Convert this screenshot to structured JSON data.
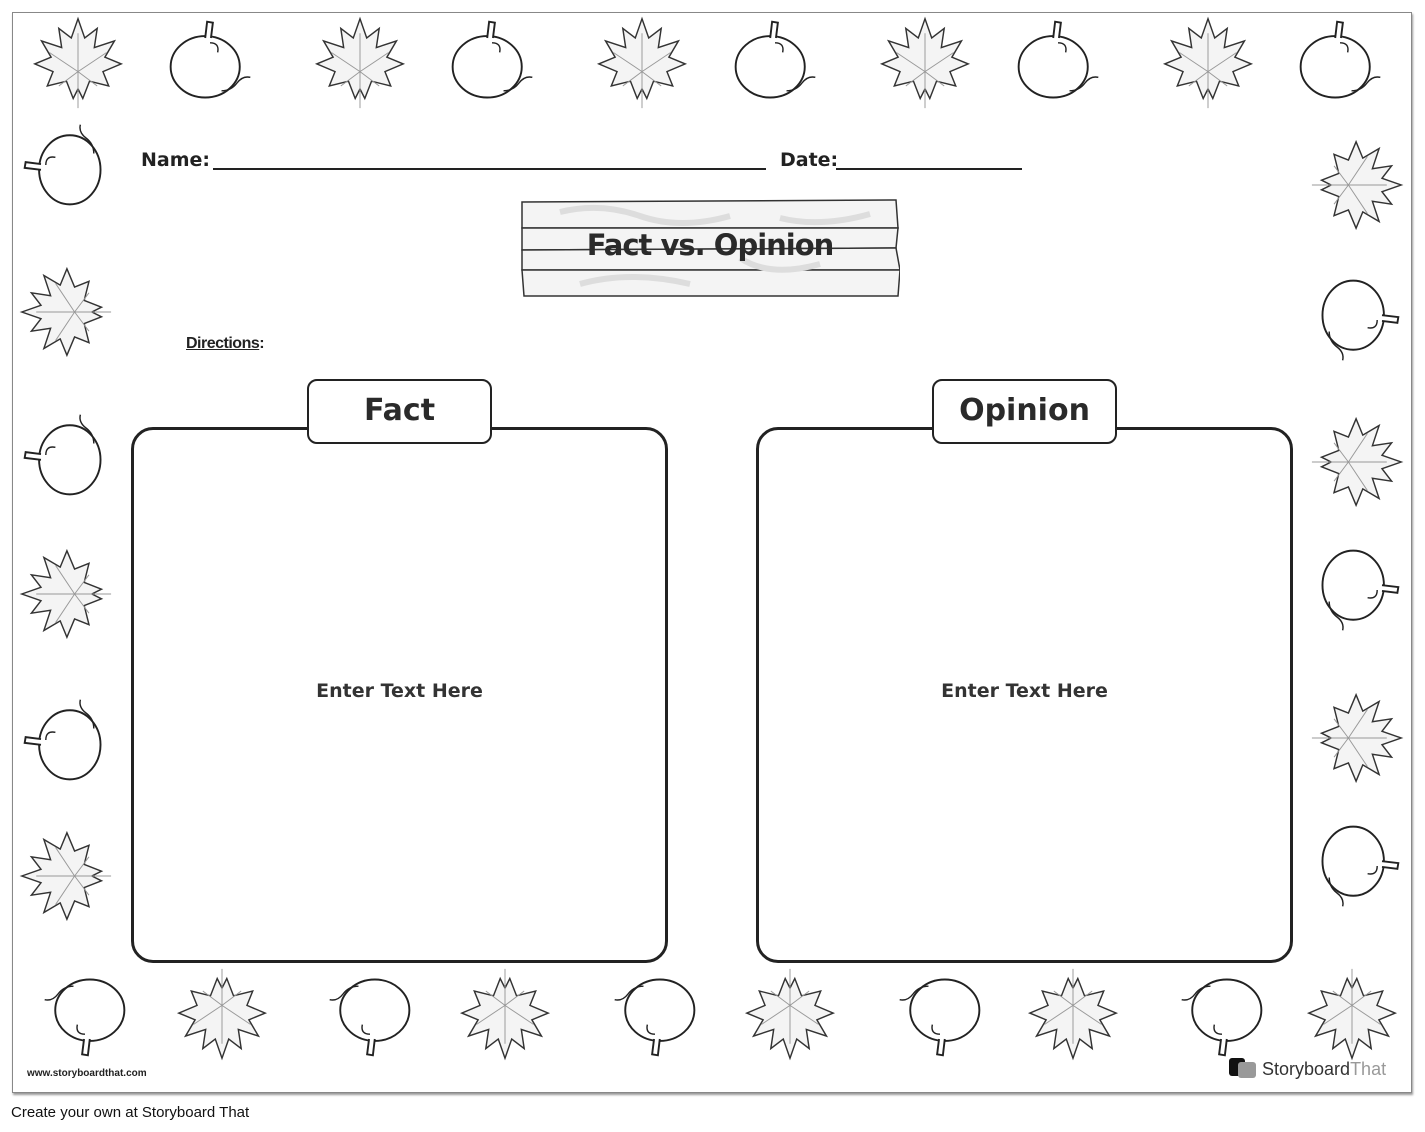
{
  "worksheet": {
    "name_label": "Name:",
    "date_label": "Date:",
    "title": "Fact vs. Opinion",
    "directions_label": "Directions",
    "directions_colon": ":",
    "columns": [
      {
        "heading": "Fact",
        "placeholder": "Enter Text Here"
      },
      {
        "heading": "Opinion",
        "placeholder": "Enter Text Here"
      }
    ],
    "border_icons": [
      "maple-leaf-icon",
      "pumpkin-icon"
    ],
    "website": "www.storyboardthat.com",
    "brand": {
      "main": "Storyboard",
      "accent": "That"
    }
  },
  "footer": {
    "text": "Create your own at Storyboard That"
  },
  "colors": {
    "ink": "#222222",
    "brand_gray": "#999999"
  }
}
